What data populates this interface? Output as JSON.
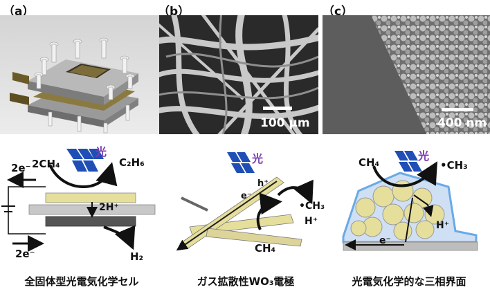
{
  "panels": [
    {
      "label": "（a）",
      "scale_text": "",
      "caption": "全固体型光電気化学セル"
    },
    {
      "label": "（b）",
      "scale_text": "100 μm",
      "caption": "ガス拡散性WO₃電極"
    },
    {
      "label": "（c）",
      "scale_text": "400 nm",
      "caption": "光電気化学的な三相界面"
    }
  ],
  "diagram_a": {
    "reactant": "2CH₄",
    "light": "光",
    "product_top": "C₂H₆",
    "electrons_top": "2e⁻",
    "proton": "2H⁺",
    "electrons_bottom": "2e⁻",
    "product_bottom": "H₂"
  },
  "diagram_b": {
    "light": "光",
    "electron": "e⁻",
    "hole": "h⁺",
    "radical": "•CH₃",
    "proton": "H⁺",
    "reactant": "CH₄"
  },
  "diagram_c": {
    "reactant": "CH₄",
    "light": "光",
    "radical": "•CH₃",
    "proton": "H⁺",
    "electron": "e⁻"
  },
  "colors": {
    "light_rays": "#1f4fb6",
    "light_char": "#7b3fb3",
    "yellow_layer": "#e6df9c",
    "membrane": "#c8c8c8",
    "cathode": "#555555",
    "glow": "#6aa9e6"
  }
}
